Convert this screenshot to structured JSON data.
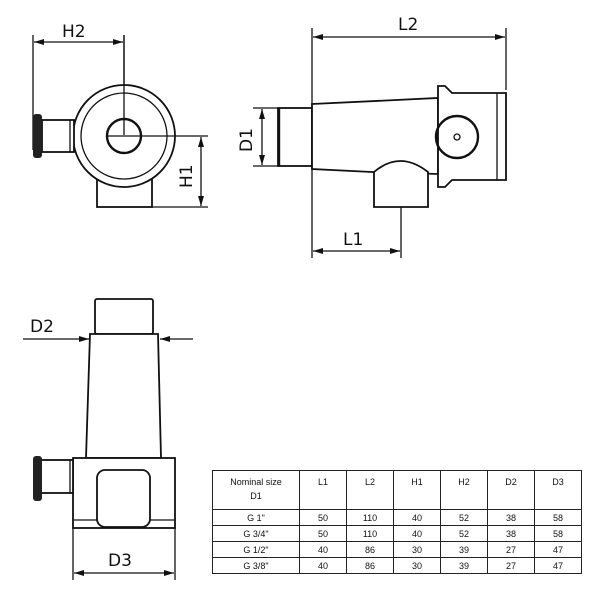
{
  "drawing": {
    "labels": {
      "h2": "H2",
      "h1": "H1",
      "l2": "L2",
      "l1": "L1",
      "d1": "D1",
      "d2": "D2",
      "d3": "D3"
    }
  },
  "table": {
    "headers": [
      "Nominal size",
      "L1",
      "L2",
      "H1",
      "H2",
      "D2",
      "D3"
    ],
    "header_sub": "D1",
    "rows": [
      [
        "G 1\"",
        "50",
        "110",
        "40",
        "52",
        "38",
        "58"
      ],
      [
        "G 3/4\"",
        "50",
        "110",
        "40",
        "52",
        "38",
        "58"
      ],
      [
        "G 1/2\"",
        "40",
        "86",
        "30",
        "39",
        "27",
        "47"
      ],
      [
        "G 3/8\"",
        "40",
        "86",
        "30",
        "39",
        "27",
        "47"
      ]
    ]
  }
}
